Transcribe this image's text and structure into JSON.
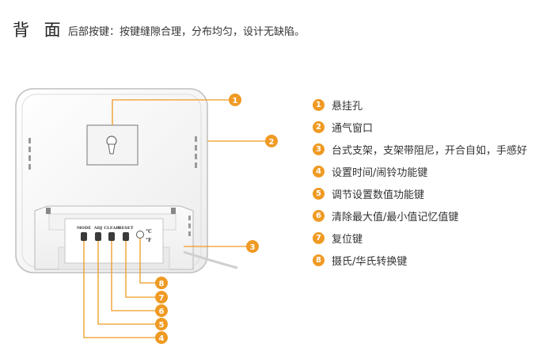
{
  "header": {
    "title": "背 面",
    "subtitle": "后部按键：按键缝隙合理，分布均匀，设计无缺陷。"
  },
  "device": {
    "button_labels": [
      "MODE",
      "ADJ",
      "CLEAR",
      "RESET"
    ],
    "temp_labels": [
      "°C",
      "°F"
    ]
  },
  "callouts": [
    "1",
    "2",
    "3",
    "4",
    "5",
    "6",
    "7",
    "8"
  ],
  "legend": [
    {
      "num": "1",
      "text": "悬挂孔"
    },
    {
      "num": "2",
      "text": "通气窗口"
    },
    {
      "num": "3",
      "text": "台式支架，支架带阻尼，开合自如，手感好"
    },
    {
      "num": "4",
      "text": "设置时间/闹铃功能键"
    },
    {
      "num": "5",
      "text": "调节设置数值功能键"
    },
    {
      "num": "6",
      "text": "清除最大值/最小值记忆值键"
    },
    {
      "num": "7",
      "text": "复位键"
    },
    {
      "num": "8",
      "text": "摄氏/华氏转换键"
    }
  ],
  "colors": {
    "accent": "#ef9a23",
    "device_body": "#ffffff",
    "device_shadow": "#cfcfcf"
  }
}
